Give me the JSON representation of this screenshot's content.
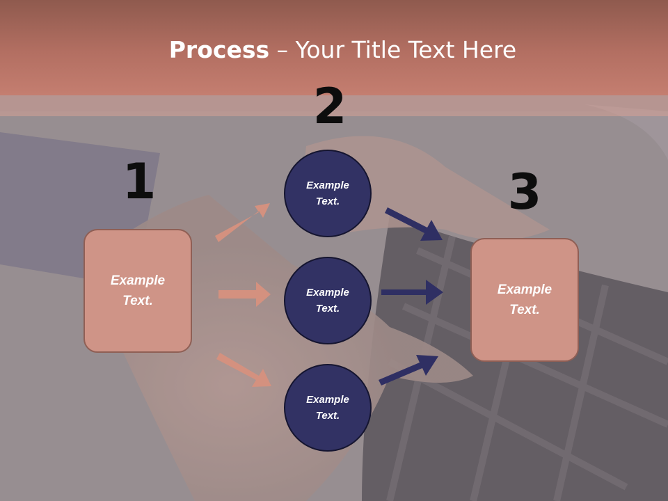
{
  "title": {
    "bold": "Process",
    "rest": " – Your Title Text Here"
  },
  "steps": [
    {
      "number": "1",
      "label": "Example Text."
    },
    {
      "number": "2",
      "items": [
        "Example Text.",
        "Example Text.",
        "Example Text."
      ]
    },
    {
      "number": "3",
      "label": "Example Text."
    }
  ],
  "colors": {
    "header": "#b36f62",
    "box_fill": "#cf9487",
    "circle_fill": "#323264",
    "arrow_left": "#d4917f",
    "arrow_right": "#2f2f63"
  }
}
